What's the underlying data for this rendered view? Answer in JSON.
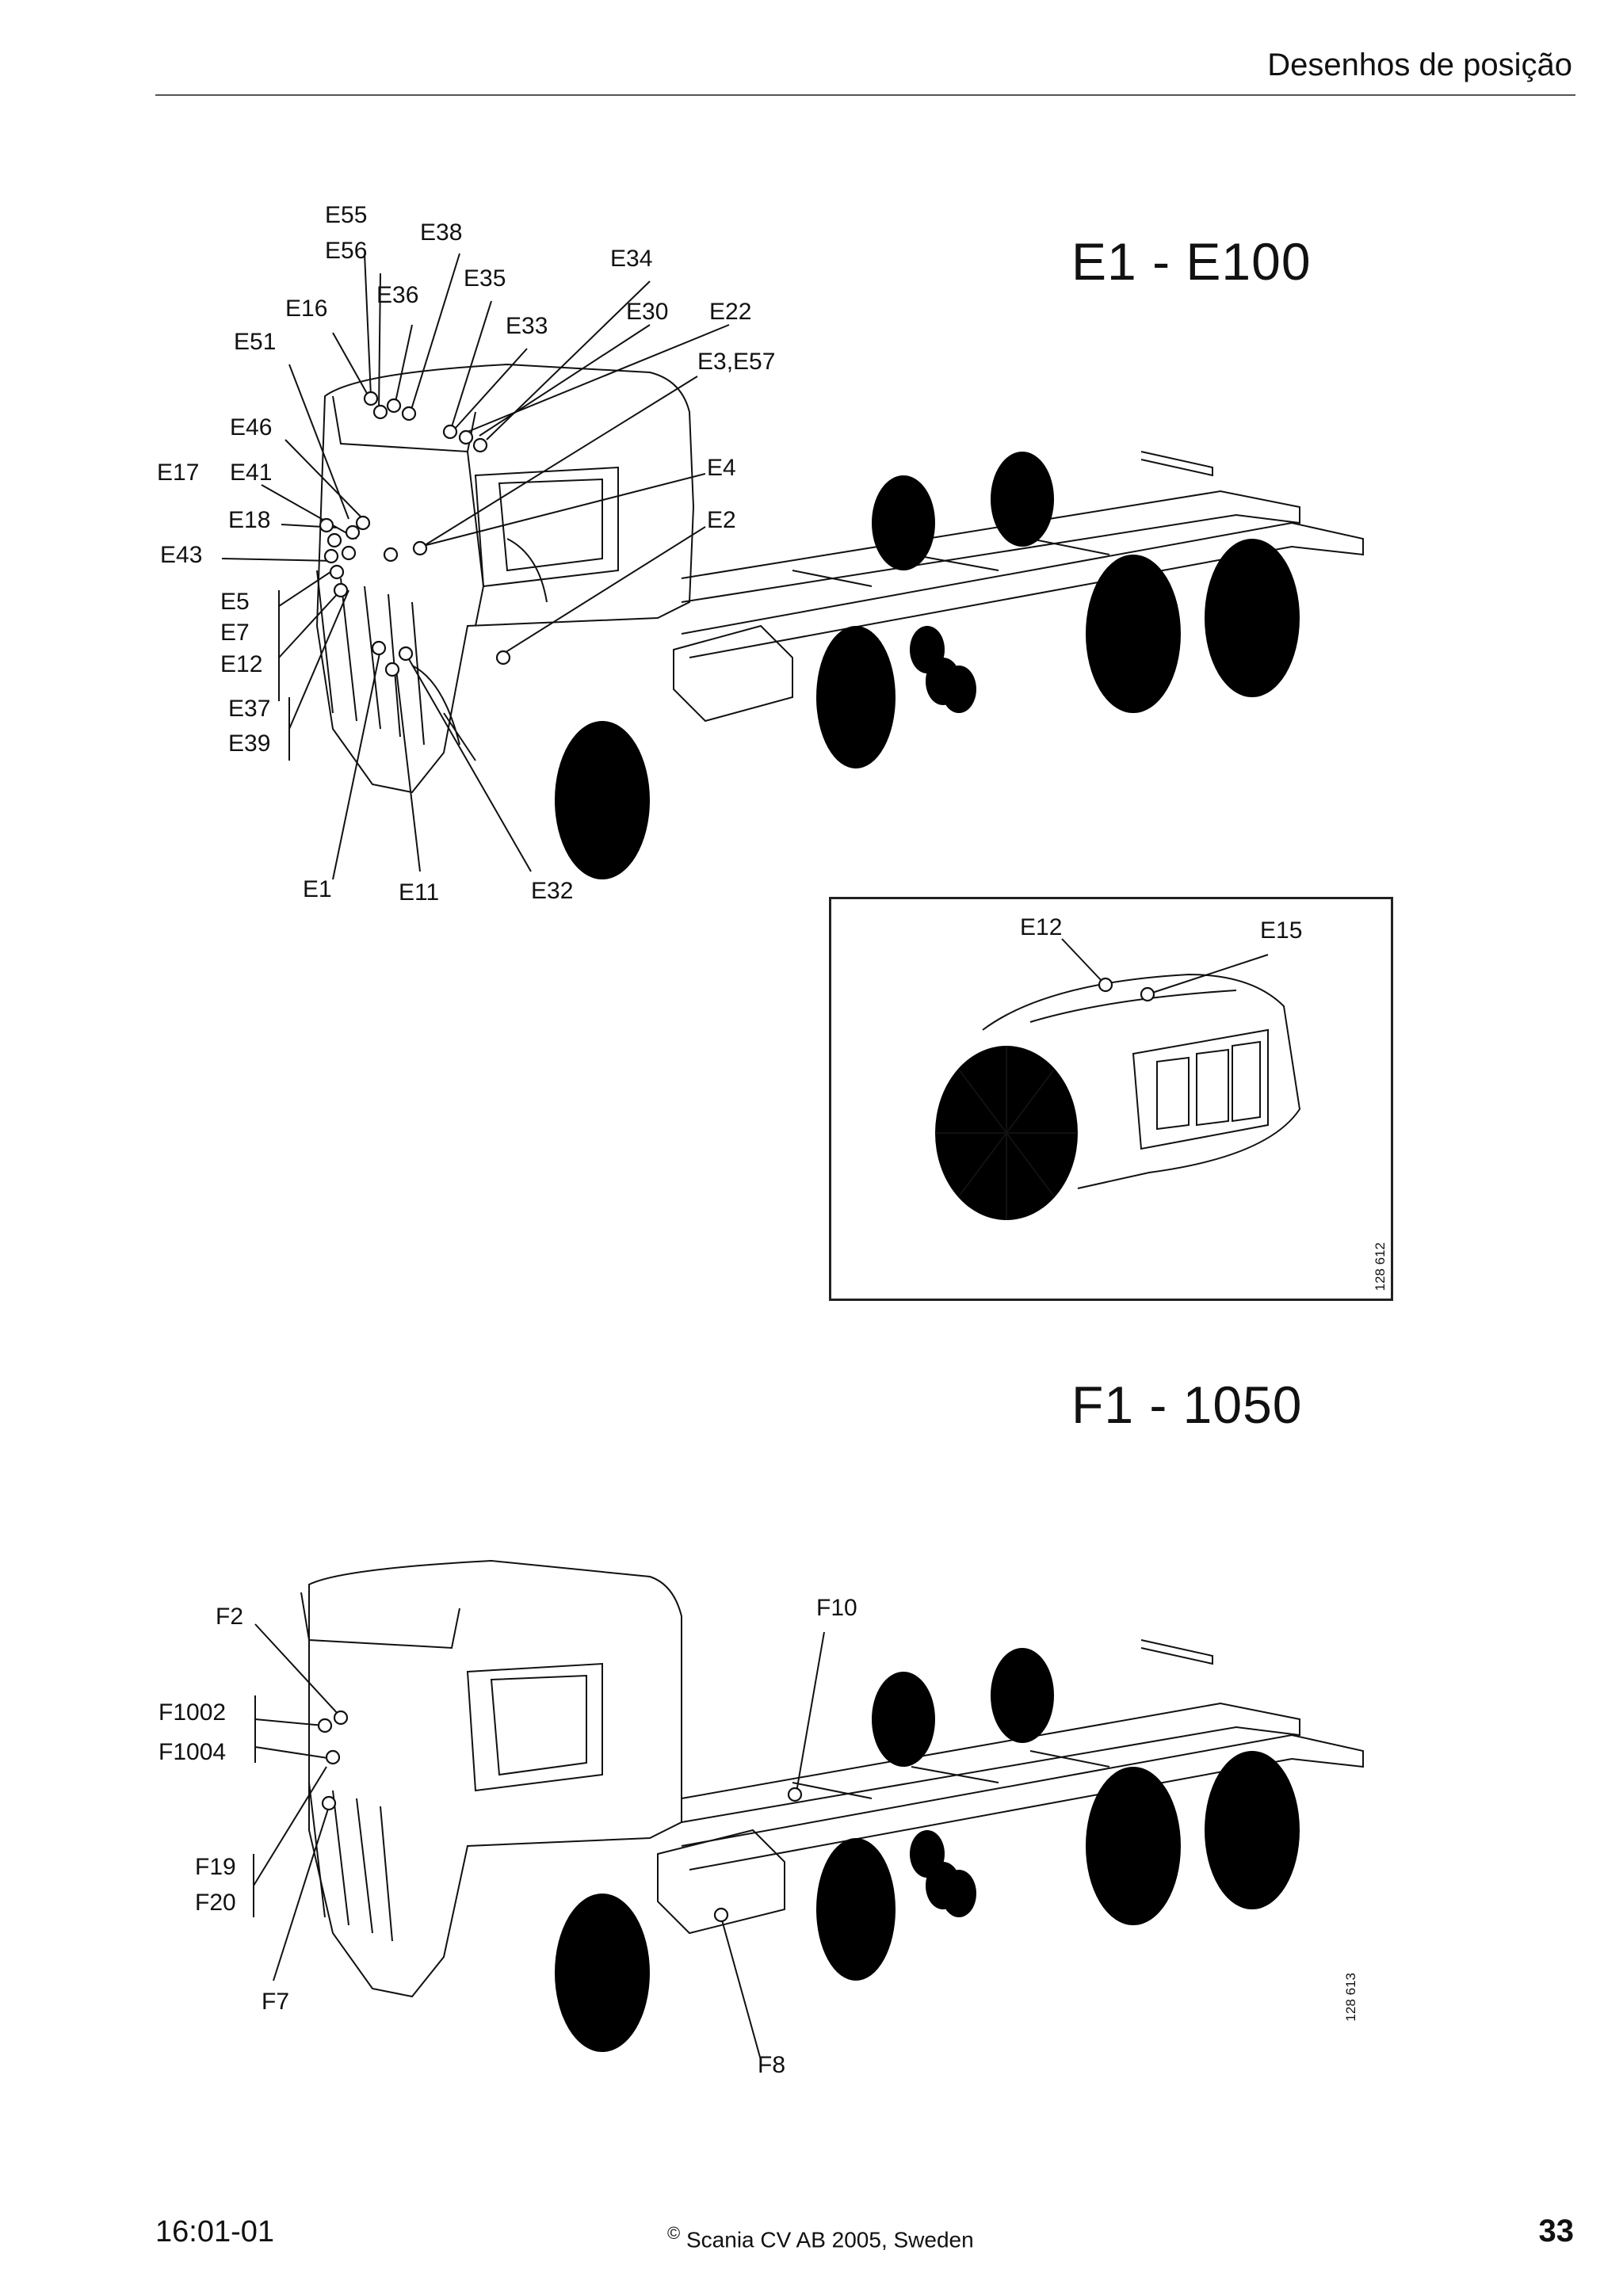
{
  "header": {
    "title": "Desenhos de posição"
  },
  "section1": {
    "title": "E1 - E100",
    "image_code": "128 612"
  },
  "section2": {
    "title": "F1 - 1050",
    "image_code": "128 613"
  },
  "inset": {
    "labels": [
      "E12",
      "E15"
    ]
  },
  "truck1_labels": [
    "E55",
    "E56",
    "E38",
    "E34",
    "E35",
    "E36",
    "E16",
    "E30",
    "E22",
    "E51",
    "E33",
    "E3,E57",
    "E46",
    "E4",
    "E17",
    "E41",
    "E2",
    "E18",
    "E43",
    "E5",
    "E7",
    "E12",
    "E37",
    "E39",
    "E1",
    "E11",
    "E32"
  ],
  "truck2_labels": [
    "F2",
    "F10",
    "F1002",
    "F1004",
    "F19",
    "F20",
    "F7",
    "F8"
  ],
  "footer": {
    "left": "16:01-01",
    "copyright_symbol": "©",
    "center": "Scania CV AB 2005, Sweden",
    "page": "33"
  }
}
